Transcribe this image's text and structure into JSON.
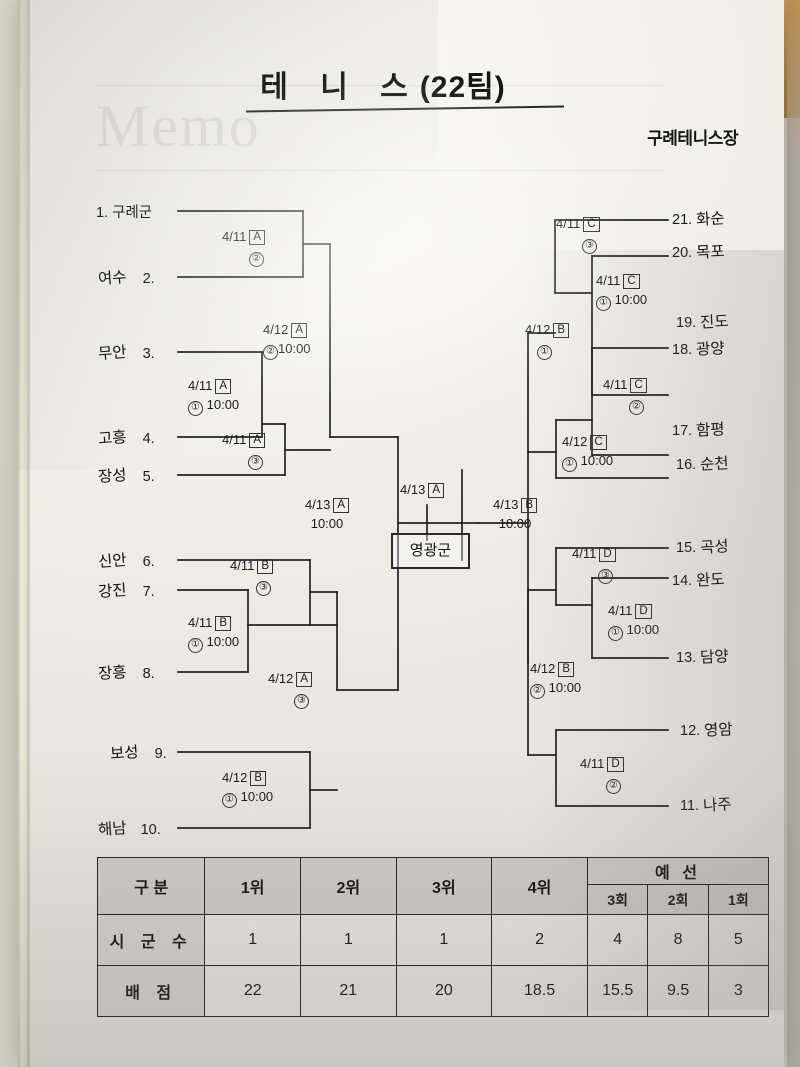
{
  "document": {
    "title_main": "테 니 스",
    "title_suffix": "(22팀)",
    "venue": "구례테니스장",
    "watermark": "Memo",
    "winner": "영광군"
  },
  "bracket": {
    "left_seeds": [
      {
        "no": "1.",
        "name": "구례군",
        "printed": true
      },
      {
        "no": "2.",
        "name": "여수",
        "printed": false
      },
      {
        "no": "3.",
        "name": "무안",
        "printed": false
      },
      {
        "no": "4.",
        "name": "고흥",
        "printed": false
      },
      {
        "no": "5.",
        "name": "장성",
        "printed": false
      },
      {
        "no": "6.",
        "name": "신안",
        "printed": false
      },
      {
        "no": "7.",
        "name": "강진",
        "printed": false
      },
      {
        "no": "8.",
        "name": "장흥",
        "printed": false
      },
      {
        "no": "9.",
        "name": "보성",
        "printed": false
      },
      {
        "no": "10.",
        "name": "해남",
        "printed": false
      }
    ],
    "right_seeds": [
      {
        "no": "21.",
        "name": "화순"
      },
      {
        "no": "20.",
        "name": "목포"
      },
      {
        "no": "19.",
        "name": "진도"
      },
      {
        "no": "18.",
        "name": "광양"
      },
      {
        "no": "17.",
        "name": "함평"
      },
      {
        "no": "16.",
        "name": "순천"
      },
      {
        "no": "15.",
        "name": "곡성"
      },
      {
        "no": "14.",
        "name": "완도"
      },
      {
        "no": "13.",
        "name": "담양"
      },
      {
        "no": "12.",
        "name": "영암"
      },
      {
        "no": "11.",
        "name": "나주"
      }
    ],
    "matches": [
      {
        "id": "L-1v2",
        "date": "4/11",
        "court": "A",
        "order": "②",
        "time": ""
      },
      {
        "id": "L-3v4",
        "date": "4/11",
        "court": "A",
        "order": "①",
        "time": "10:00"
      },
      {
        "id": "L-34v5",
        "date": "4/11",
        "court": "A",
        "order": "③",
        "time": ""
      },
      {
        "id": "L-qf1",
        "date": "4/12",
        "court": "A",
        "order": "②",
        "time": "10:00"
      },
      {
        "id": "L-6v7",
        "date": "4/11",
        "court": "B",
        "order": "③",
        "time": ""
      },
      {
        "id": "L-7v8",
        "date": "4/11",
        "court": "B",
        "order": "①",
        "time": "10:00"
      },
      {
        "id": "L-9v10",
        "date": "4/12",
        "court": "B",
        "order": "①",
        "time": "10:00"
      },
      {
        "id": "L-qf2",
        "date": "4/12",
        "court": "A",
        "order": "③",
        "time": ""
      },
      {
        "id": "L-semi",
        "date": "4/13",
        "court": "A",
        "order": "",
        "time": "10:00"
      },
      {
        "id": "FINAL",
        "date": "4/13",
        "court": "A",
        "order": "",
        "time": ""
      },
      {
        "id": "R-semi",
        "date": "4/13",
        "court": "B",
        "order": "",
        "time": "10:00"
      },
      {
        "id": "R-20v21",
        "date": "4/11",
        "court": "C",
        "order": "③",
        "time": ""
      },
      {
        "id": "R-19v20",
        "date": "4/11",
        "court": "C",
        "order": "①",
        "time": "10:00"
      },
      {
        "id": "R-qf1",
        "date": "4/12",
        "court": "B",
        "order": "①",
        "time": ""
      },
      {
        "id": "R-17v18",
        "date": "4/11",
        "court": "C",
        "order": "②",
        "time": ""
      },
      {
        "id": "R-16v17",
        "date": "4/12",
        "court": "C",
        "order": "①",
        "time": "10:00"
      },
      {
        "id": "R-14v15",
        "date": "4/11",
        "court": "D",
        "order": "③",
        "time": ""
      },
      {
        "id": "R-13v14",
        "date": "4/11",
        "court": "D",
        "order": "①",
        "time": "10:00"
      },
      {
        "id": "R-qf2",
        "date": "4/12",
        "court": "B",
        "order": "②",
        "time": "10:00"
      },
      {
        "id": "R-11v12",
        "date": "4/11",
        "court": "D",
        "order": "②",
        "time": ""
      }
    ]
  },
  "results_table": {
    "group_header": "예      선",
    "columns": [
      "구    분",
      "1위",
      "2위",
      "3위",
      "4위",
      "3회",
      "2회",
      "1회"
    ],
    "rows": [
      {
        "label": "시 군 수",
        "values": [
          "1",
          "1",
          "1",
          "2",
          "4",
          "8",
          "5"
        ]
      },
      {
        "label": "배    점",
        "values": [
          "22",
          "21",
          "20",
          "18.5",
          "15.5",
          "9.5",
          "3"
        ]
      }
    ]
  }
}
